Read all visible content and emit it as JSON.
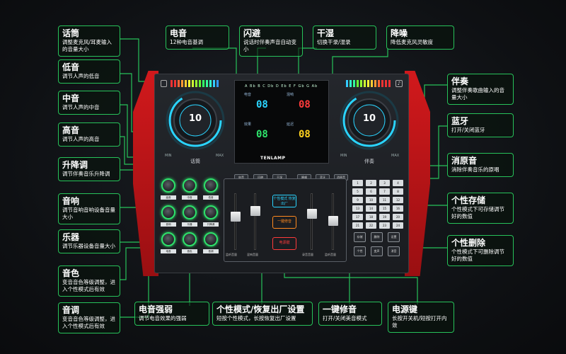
{
  "callouts": {
    "huatong": {
      "title": "话筒",
      "desc": "调整麦克风/耳麦输入的音量大小"
    },
    "diyin": {
      "title": "低音",
      "desc": "调节人声的低音"
    },
    "zhongyin": {
      "title": "中音",
      "desc": "调节人声的中音"
    },
    "gaoyin": {
      "title": "高音",
      "desc": "调节人声的高音"
    },
    "shengjiangdiao": {
      "title": "升降调",
      "desc": "调节伴奏音乐升降调"
    },
    "yinxiang": {
      "title": "音响",
      "desc": "调节音响音响设备音量大小"
    },
    "yueqi": {
      "title": "乐器",
      "desc": "调节乐器设备音量大小"
    },
    "yinse": {
      "title": "音色",
      "desc": "变音音色等级调整，进入个性模式后有效"
    },
    "yindiao": {
      "title": "音调",
      "desc": "变音音色等级调整，进入个性模式后有效"
    },
    "dianyinqiangruo": {
      "title": "电音强弱",
      "desc": "调节电音效果的强弱"
    },
    "gexingmoshi": {
      "title": "个性模式/恢复出厂设置",
      "desc": "短按个性模式，长按恢复出厂设置"
    },
    "yijianxiuyin": {
      "title": "一键修音",
      "desc": "打开/关闭美音模式"
    },
    "dianyuanjian": {
      "title": "电源键",
      "desc": "长按开关机/短按打开内敛"
    },
    "dianyin": {
      "title": "电音",
      "desc": "12种电音基调"
    },
    "shanbi": {
      "title": "闪避",
      "desc": "说话时伴奏声音自动变小"
    },
    "ganshi": {
      "title": "干湿",
      "desc": "切换干录/湿录"
    },
    "jiangzao": {
      "title": "降噪",
      "desc": "降低麦克风灵敏度"
    },
    "banzou": {
      "title": "伴奏",
      "desc": "调整伴奏歌曲输入的音量大小"
    },
    "lanya": {
      "title": "蓝牙",
      "desc": "打开/关闭蓝牙"
    },
    "xiaoyuanyin": {
      "title": "消原音",
      "desc": "消除伴奏音乐的原唱"
    },
    "gexingcunchu": {
      "title": "个性存储",
      "desc": "个性模式下可存储调节好的数值"
    },
    "gexingshanchu": {
      "title": "个性删除",
      "desc": "个性模式下可删除调节好的数值"
    }
  },
  "device": {
    "brand": "TENLAMP",
    "logo": "10",
    "knob_left_label": "话筒",
    "knob_right_label": "伴奏",
    "min": "MIN",
    "max": "MAX",
    "keys": "A Bb B C Db D Eb E F Gb G Ab",
    "display": [
      {
        "cap": "电音",
        "value": "08",
        "color": "#2ad4ff"
      },
      {
        "cap": "混响",
        "value": "08",
        "color": "#ff3b3b"
      },
      {
        "cap": "效果",
        "value": "08",
        "color": "#2ee36b"
      },
      {
        "cap": "延迟",
        "value": "08",
        "color": "#ffd21f"
      }
    ],
    "top_buttons": [
      "电音",
      "闪避",
      "干湿",
      "降噪",
      "蓝牙",
      "消原音"
    ],
    "knob_tags": [
      "高音",
      "中音",
      "低音",
      "音响",
      "乐器",
      "升降调",
      "电音",
      "音色",
      "音调"
    ],
    "mode_buttons": {
      "personal": "个性模式 恢复出厂",
      "fix": "一键修音",
      "power": "电源键"
    },
    "fader_labels": [
      "监听音量",
      "混响音量",
      "录音音量",
      "监听音量"
    ],
    "pads": [
      "1",
      "2",
      "3",
      "4",
      "5",
      "6",
      "7",
      "8",
      "9",
      "10",
      "11",
      "12",
      "13",
      "14",
      "15",
      "16",
      "17",
      "18",
      "19",
      "20",
      "21",
      "22",
      "23",
      "24"
    ],
    "big_pads": [
      "存储",
      "删除",
      "设置",
      "个性",
      "变声",
      "消音"
    ]
  },
  "colors": {
    "accent": "#27c25a",
    "wing_red": "#d1191c",
    "knob_ring": "#2ad4ff"
  }
}
